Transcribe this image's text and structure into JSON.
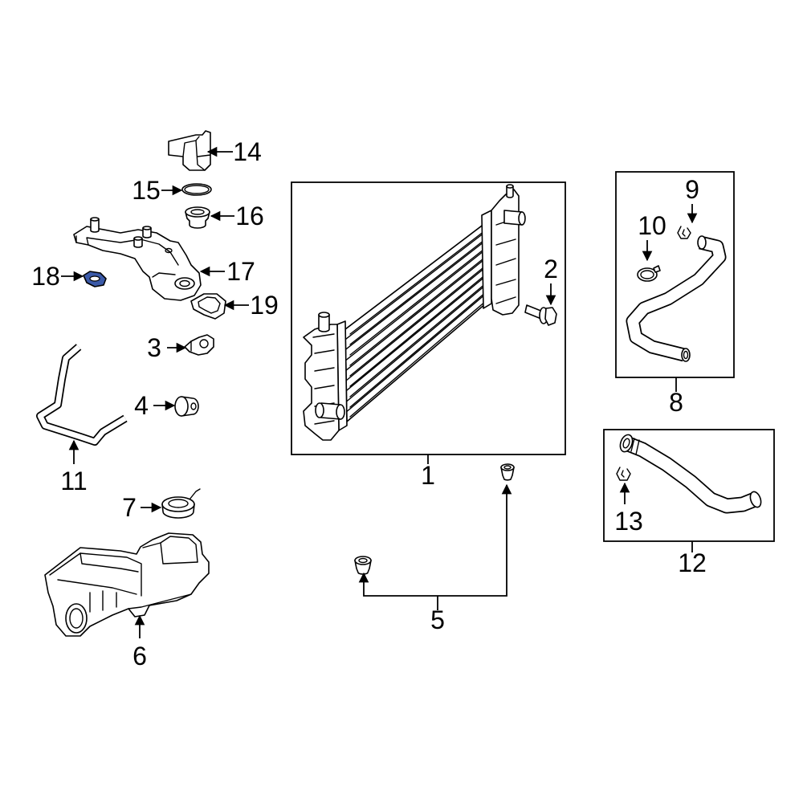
{
  "colors": {
    "line": "#000000",
    "background": "#ffffff",
    "highlight": "#3b5aa8"
  },
  "callouts": {
    "c1": "1",
    "c2": "2",
    "c3": "3",
    "c4": "4",
    "c5": "5",
    "c6": "6",
    "c7": "7",
    "c8": "8",
    "c9": "9",
    "c10": "10",
    "c11": "11",
    "c12": "12",
    "c13": "13",
    "c14": "14",
    "c15": "15",
    "c16": "16",
    "c17": "17",
    "c18": "18",
    "c19": "19"
  }
}
